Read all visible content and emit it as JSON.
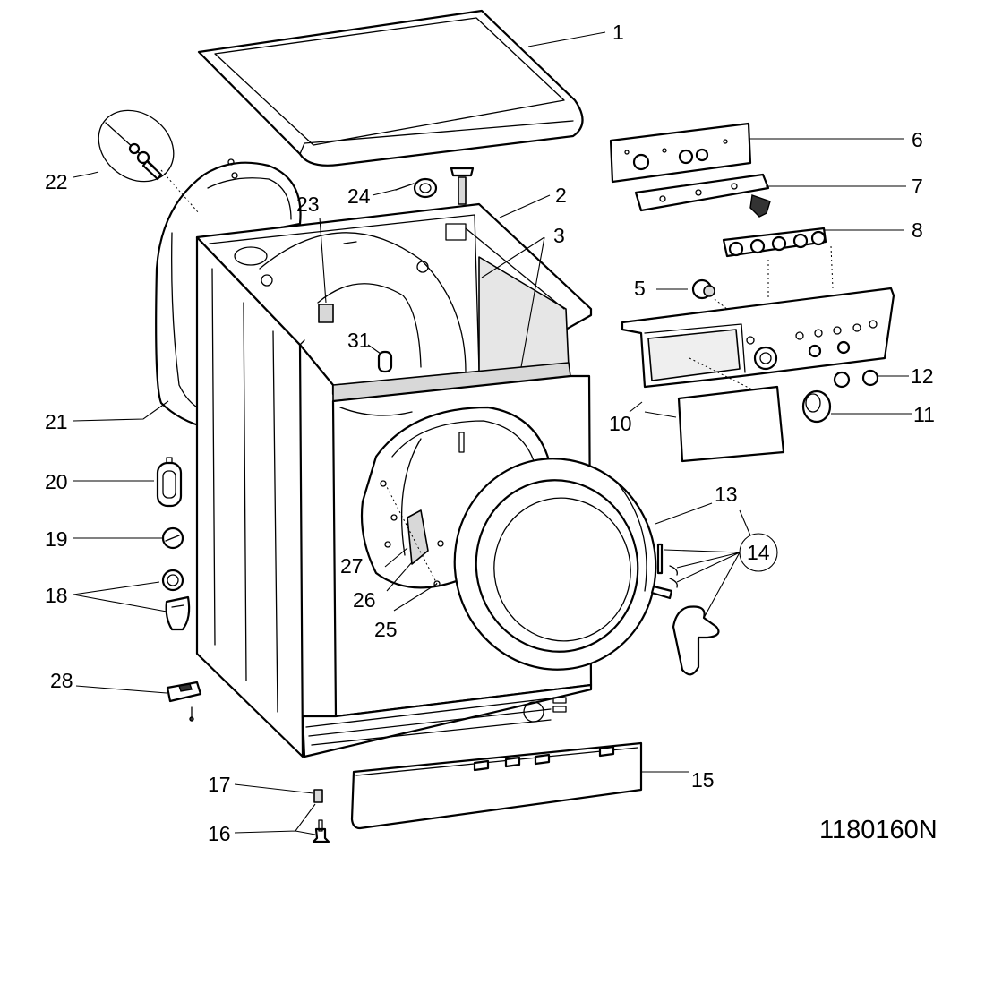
{
  "drawing_code": "1180160N",
  "callouts": {
    "c1": "1",
    "c2": "2",
    "c3": "3",
    "c5": "5",
    "c6": "6",
    "c7": "7",
    "c8": "8",
    "c10": "10",
    "c11": "11",
    "c12": "12",
    "c13": "13",
    "c14": "14",
    "c15": "15",
    "c16": "16",
    "c17": "17",
    "c18": "18",
    "c19": "19",
    "c20": "20",
    "c21": "21",
    "c22": "22",
    "c23": "23",
    "c24": "24",
    "c25": "25",
    "c26": "26",
    "c27": "27",
    "c28": "28",
    "c31": "31"
  }
}
